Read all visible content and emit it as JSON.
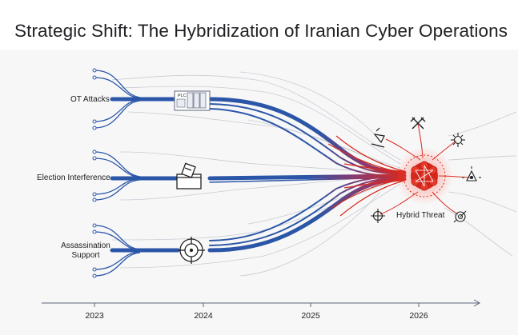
{
  "title": "Strategic Shift: The Hybridization of Iranian Cyber Operations",
  "streams": [
    {
      "label": "OT Attacks",
      "icon": "plc-icon",
      "icon_text": "PLC"
    },
    {
      "label": "Election Interference",
      "icon": "ballot-box-icon"
    },
    {
      "label_lines": [
        "Assassination",
        "Support"
      ],
      "icon": "crosshair-icon"
    }
  ],
  "hub": {
    "label": "Hybrid Threat",
    "icon": "network-node-icon"
  },
  "satellite_icons": [
    "hazard-icon",
    "crossed-swords-icon",
    "bug-icon",
    "target-icon",
    "radar-icon",
    "crosshair-icon",
    "scan-target-icon"
  ],
  "timeline": {
    "years": [
      "2023",
      "2024",
      "2025",
      "2026"
    ]
  },
  "colors": {
    "blue": "#2b56a8",
    "red": "#d9291c",
    "light_lines": "#c7ccd4",
    "background": "#f7f7f7"
  }
}
